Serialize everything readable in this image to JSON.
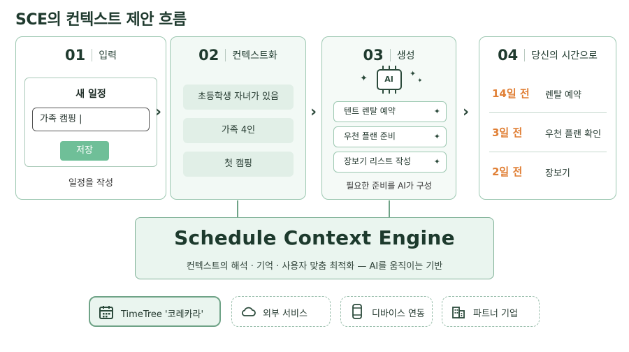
{
  "title": "SCE의 컨텍스트 제안 흐름",
  "arrow_glyph": "›",
  "steps": [
    {
      "num": "01",
      "label": "입력",
      "form_title": "새 일정",
      "input_value": "가족 캠핑 |",
      "save_label": "저장",
      "caption": "일정을 작성"
    },
    {
      "num": "02",
      "label": "컨텍스트화",
      "items": [
        "초등학생 자녀가 있음",
        "가족 4인",
        "첫 캠핑"
      ]
    },
    {
      "num": "03",
      "label": "생성",
      "chip_label": "AI",
      "tasks": [
        "텐트 렌탈 예약",
        "우천 플랜 준비",
        "장보기 리스트 작성"
      ],
      "caption": "필요한 준비를 AI가 구성"
    },
    {
      "num": "04",
      "label": "당신의 시간으로",
      "schedule": [
        {
          "when": "14일 전",
          "what": "렌탈 예약"
        },
        {
          "when": "3일 전",
          "what": "우천 플랜 확인"
        },
        {
          "when": "2일 전",
          "what": "장보기"
        }
      ]
    }
  ],
  "engine": {
    "name": "Schedule Context Engine",
    "description": "컨텍스트의 해석 · 기억 · 사용자 맞춤 최적화 — AI를 움직이는 기반"
  },
  "sources": [
    {
      "label": "TimeTree '코레카라'",
      "icon": "calendar-icon",
      "style": "primary"
    },
    {
      "label": "외부 서비스",
      "icon": "cloud-icon",
      "style": "dashed"
    },
    {
      "label": "디바이스 연동",
      "icon": "device-icon",
      "style": "dashed"
    },
    {
      "label": "파트너 기업",
      "icon": "building-icon",
      "style": "dashed"
    }
  ],
  "colors": {
    "accent": "#6fbf98",
    "border": "#9bc7b0",
    "highlight": "#e07f35",
    "text": "#1f3a2e"
  }
}
